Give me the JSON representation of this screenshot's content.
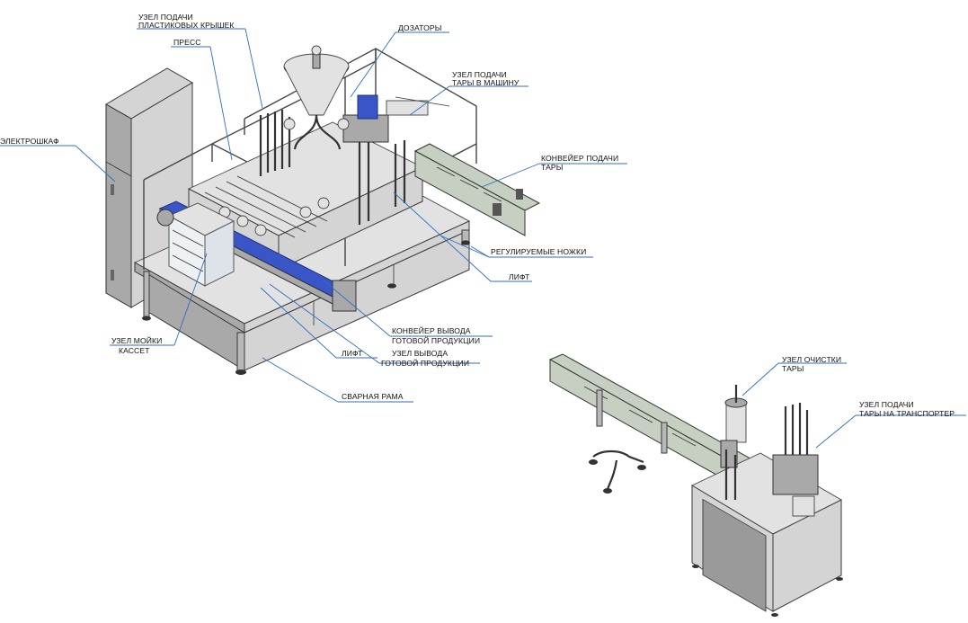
{
  "colors": {
    "leader": "#2f6fc0",
    "conveyor": "#3a55c8",
    "steel": "#b8b8b8"
  },
  "labels": {
    "cap_feed_1": "УЗЕЛ ПОДАЧИ",
    "cap_feed_2": "ПЛАСТИКОВЫХ КРЫШЕК",
    "press": "ПРЕСС",
    "dosers": "ДОЗАТОРЫ",
    "container_machine_1": "УЗЕЛ ПОДАЧИ",
    "container_machine_2": "ТАРЫ В МАШИНУ",
    "cabinet": "ЭЛЕКТРОШКАФ",
    "feed_conveyor_1": "КОНВЕЙЕР ПОДАЧИ",
    "feed_conveyor_2": "ТАРЫ",
    "feet": "РЕГУЛИРУЕМЫЕ НОЖКИ",
    "lift_upper": "ЛИФТ",
    "output_conveyor_1": "КОНВЕЙЕР ВЫВОДА",
    "output_conveyor_2": "ГОТОВОЙ ПРОДУКЦИИ",
    "washer_1": "УЗЕЛ МОЙКИ",
    "washer_2": "КАССЕТ",
    "lift_lower": "ЛИФТ",
    "output_unit_1": "УЗЕЛ ВЫВОДА",
    "output_unit_2": "ГОТОВОЙ ПРОДУКЦИИ",
    "frame": "СВАРНАЯ РАМА",
    "cleaning_1": "УЗЕЛ ОЧИСТКИ",
    "cleaning_2": "ТАРЫ",
    "transporter_1": "УЗЕЛ ПОДАЧИ",
    "transporter_2": "ТАРЫ НА ТРАНСПОРТЕР"
  }
}
